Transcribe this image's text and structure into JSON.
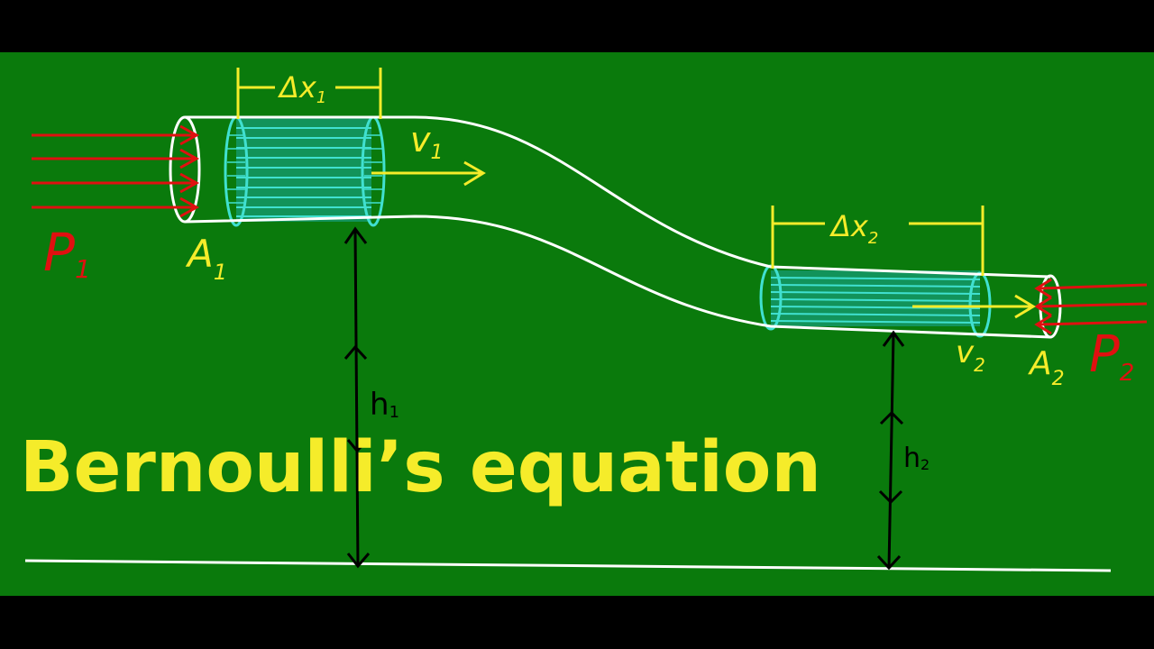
{
  "title": "Bernoulli’s equation",
  "labels": {
    "p1": "P",
    "p1_sub": "1",
    "p2": "P",
    "p2_sub": "2",
    "a1": "A",
    "a1_sub": "1",
    "a2": "A",
    "a2_sub": "2",
    "v1": "v",
    "v1_sub": "1",
    "v2": "v",
    "v2_sub": "2",
    "dx1": "Δx",
    "dx1_sub": "1",
    "dx2": "Δx",
    "dx2_sub": "2",
    "h1": "h",
    "h1_sub": "1",
    "h2": "h",
    "h2_sub": "2"
  },
  "colors": {
    "background": "#0a7a0c",
    "frame": "#000000",
    "pipe": "#ffffff",
    "fluid": "#40e0d0",
    "pressure": "#e01010",
    "annotation": "#f5ec2a",
    "height": "#000000",
    "title": "#f5ec2a"
  }
}
